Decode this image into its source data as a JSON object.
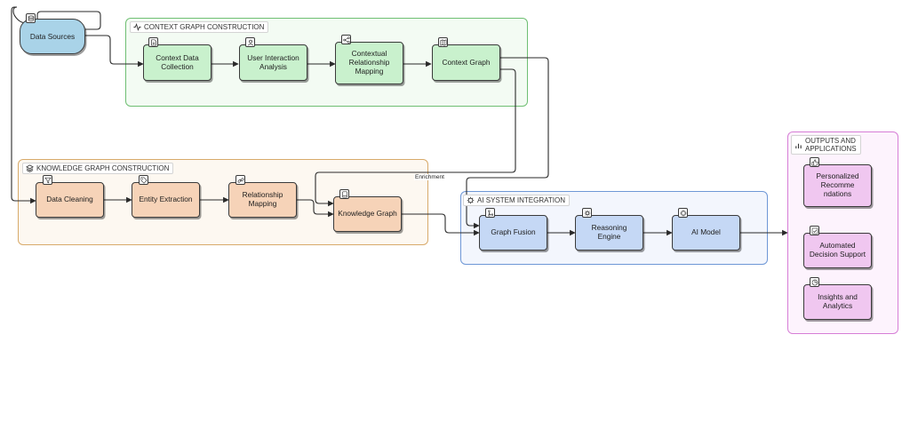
{
  "groups": {
    "context": {
      "label": "CONTEXT GRAPH CONSTRUCTION",
      "icon": "activity-icon",
      "border": "#6fbf73",
      "fill": "#f3fbf3"
    },
    "knowledge": {
      "label": "KNOWLEDGE GRAPH CONSTRUCTION",
      "icon": "layers-icon",
      "border": "#d8aa6a",
      "fill": "#fdf8f1"
    },
    "ai": {
      "label": "AI SYSTEM INTEGRATION",
      "icon": "cpu-icon",
      "border": "#6e97d6",
      "fill": "#f3f6fd"
    },
    "outputs": {
      "label_line1": "OUTPUTS AND",
      "label_line2": "APPLICATIONS",
      "icon": "bar-chart-icon",
      "border": "#d67ed6",
      "fill": "#fdf3fd"
    }
  },
  "nodes": {
    "data_sources": {
      "label": "Data Sources",
      "icon": "database-icon"
    },
    "context_data_collection": {
      "label": "Context Data Collection",
      "icon": "document-icon"
    },
    "user_interaction_analysis": {
      "label": "User Interaction Analysis",
      "icon": "user-icon"
    },
    "contextual_relationship_mapping": {
      "label": "Contextual Relationship Mapping",
      "icon": "share-icon"
    },
    "context_graph": {
      "label": "Context Graph",
      "icon": "map-icon"
    },
    "data_cleaning": {
      "label": "Data Cleaning",
      "icon": "filter-icon"
    },
    "entity_extraction": {
      "label": "Entity Extraction",
      "icon": "tag-icon"
    },
    "relationship_mapping": {
      "label": "Relationship Mapping",
      "icon": "link-icon"
    },
    "knowledge_graph": {
      "label": "Knowledge Graph",
      "icon": "book-icon"
    },
    "graph_fusion": {
      "label": "Graph Fusion",
      "icon": "merge-icon"
    },
    "reasoning_engine": {
      "label": "Reasoning Engine",
      "icon": "gear-icon"
    },
    "ai_model": {
      "label": "AI Model",
      "icon": "chip-icon"
    },
    "personalized_recommendations": {
      "label": "Personalized Recomme ndations",
      "icon": "thumbs-up-icon"
    },
    "automated_decision_support": {
      "label": "Automated Decision Support",
      "icon": "check-square-icon"
    },
    "insights_and_analytics": {
      "label": "Insights and Analytics",
      "icon": "pie-chart-icon"
    }
  },
  "edge_labels": {
    "enrichment": "Enrichment"
  },
  "colors": {
    "context_node": "#c9f1cd",
    "knowledge_node": "#f6d3b8",
    "ai_node": "#c5d8f5",
    "output_node": "#f0c7f0",
    "source_node": "#a9d3e8",
    "edge": "#2a2a2a"
  }
}
